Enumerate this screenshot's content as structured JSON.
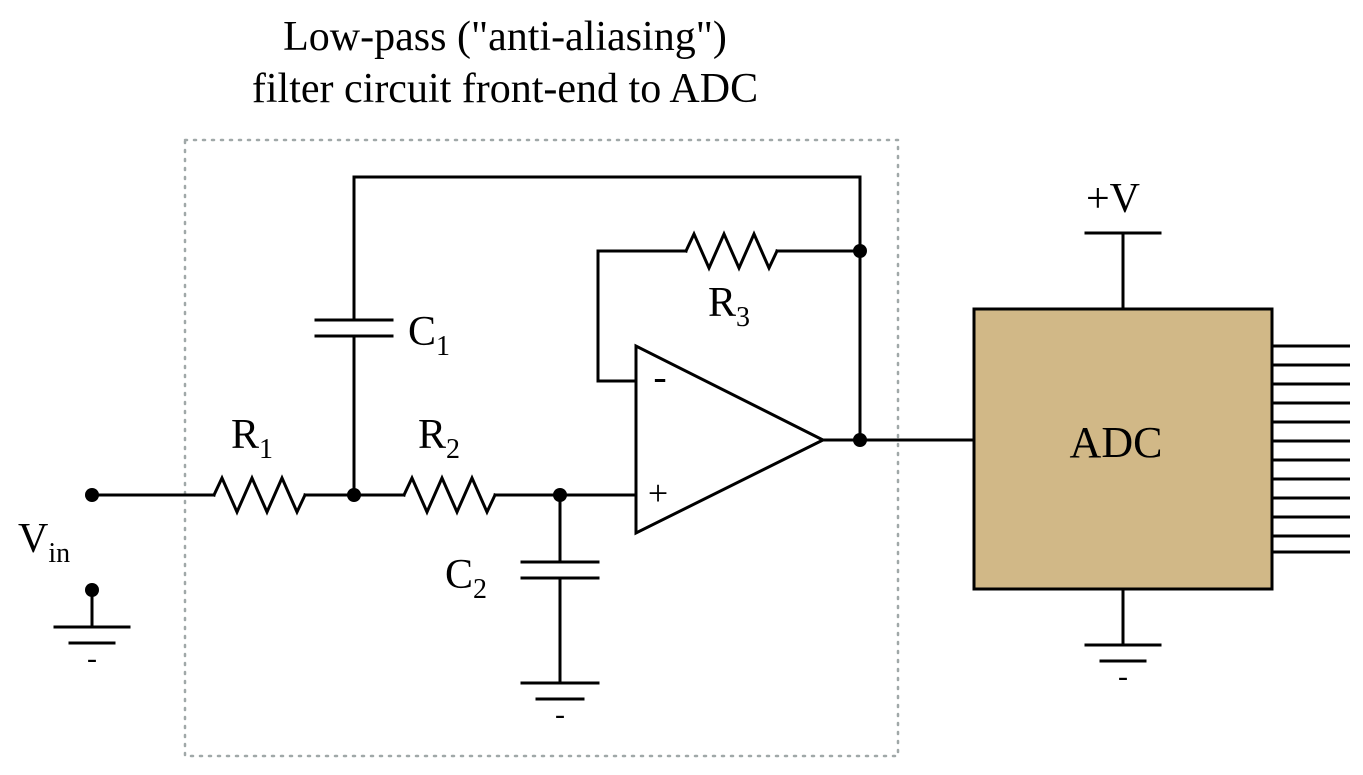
{
  "title": {
    "line1": "Low-pass (\"anti-aliasing\")",
    "line2": "filter circuit front-end to ADC"
  },
  "components": {
    "r1": {
      "letter": "R",
      "sub": "1"
    },
    "r2": {
      "letter": "R",
      "sub": "2"
    },
    "r3": {
      "letter": "R",
      "sub": "3"
    },
    "c1": {
      "letter": "C",
      "sub": "1"
    },
    "c2": {
      "letter": "C",
      "sub": "2"
    },
    "vin": {
      "letter": "V",
      "sub": "in"
    },
    "opamp": {
      "minus": "-",
      "plus": "+"
    },
    "adc": {
      "label": "ADC",
      "fill_color": "#d1b887"
    },
    "supply": {
      "label": "+V"
    }
  },
  "grounds": {
    "vin_ground_label": "-",
    "c2_ground_label": "-",
    "adc_ground_label": "-"
  },
  "colors": {
    "wire": "#000000",
    "filter_box_border": "#a0a8a8",
    "adc_border": "#000000"
  }
}
